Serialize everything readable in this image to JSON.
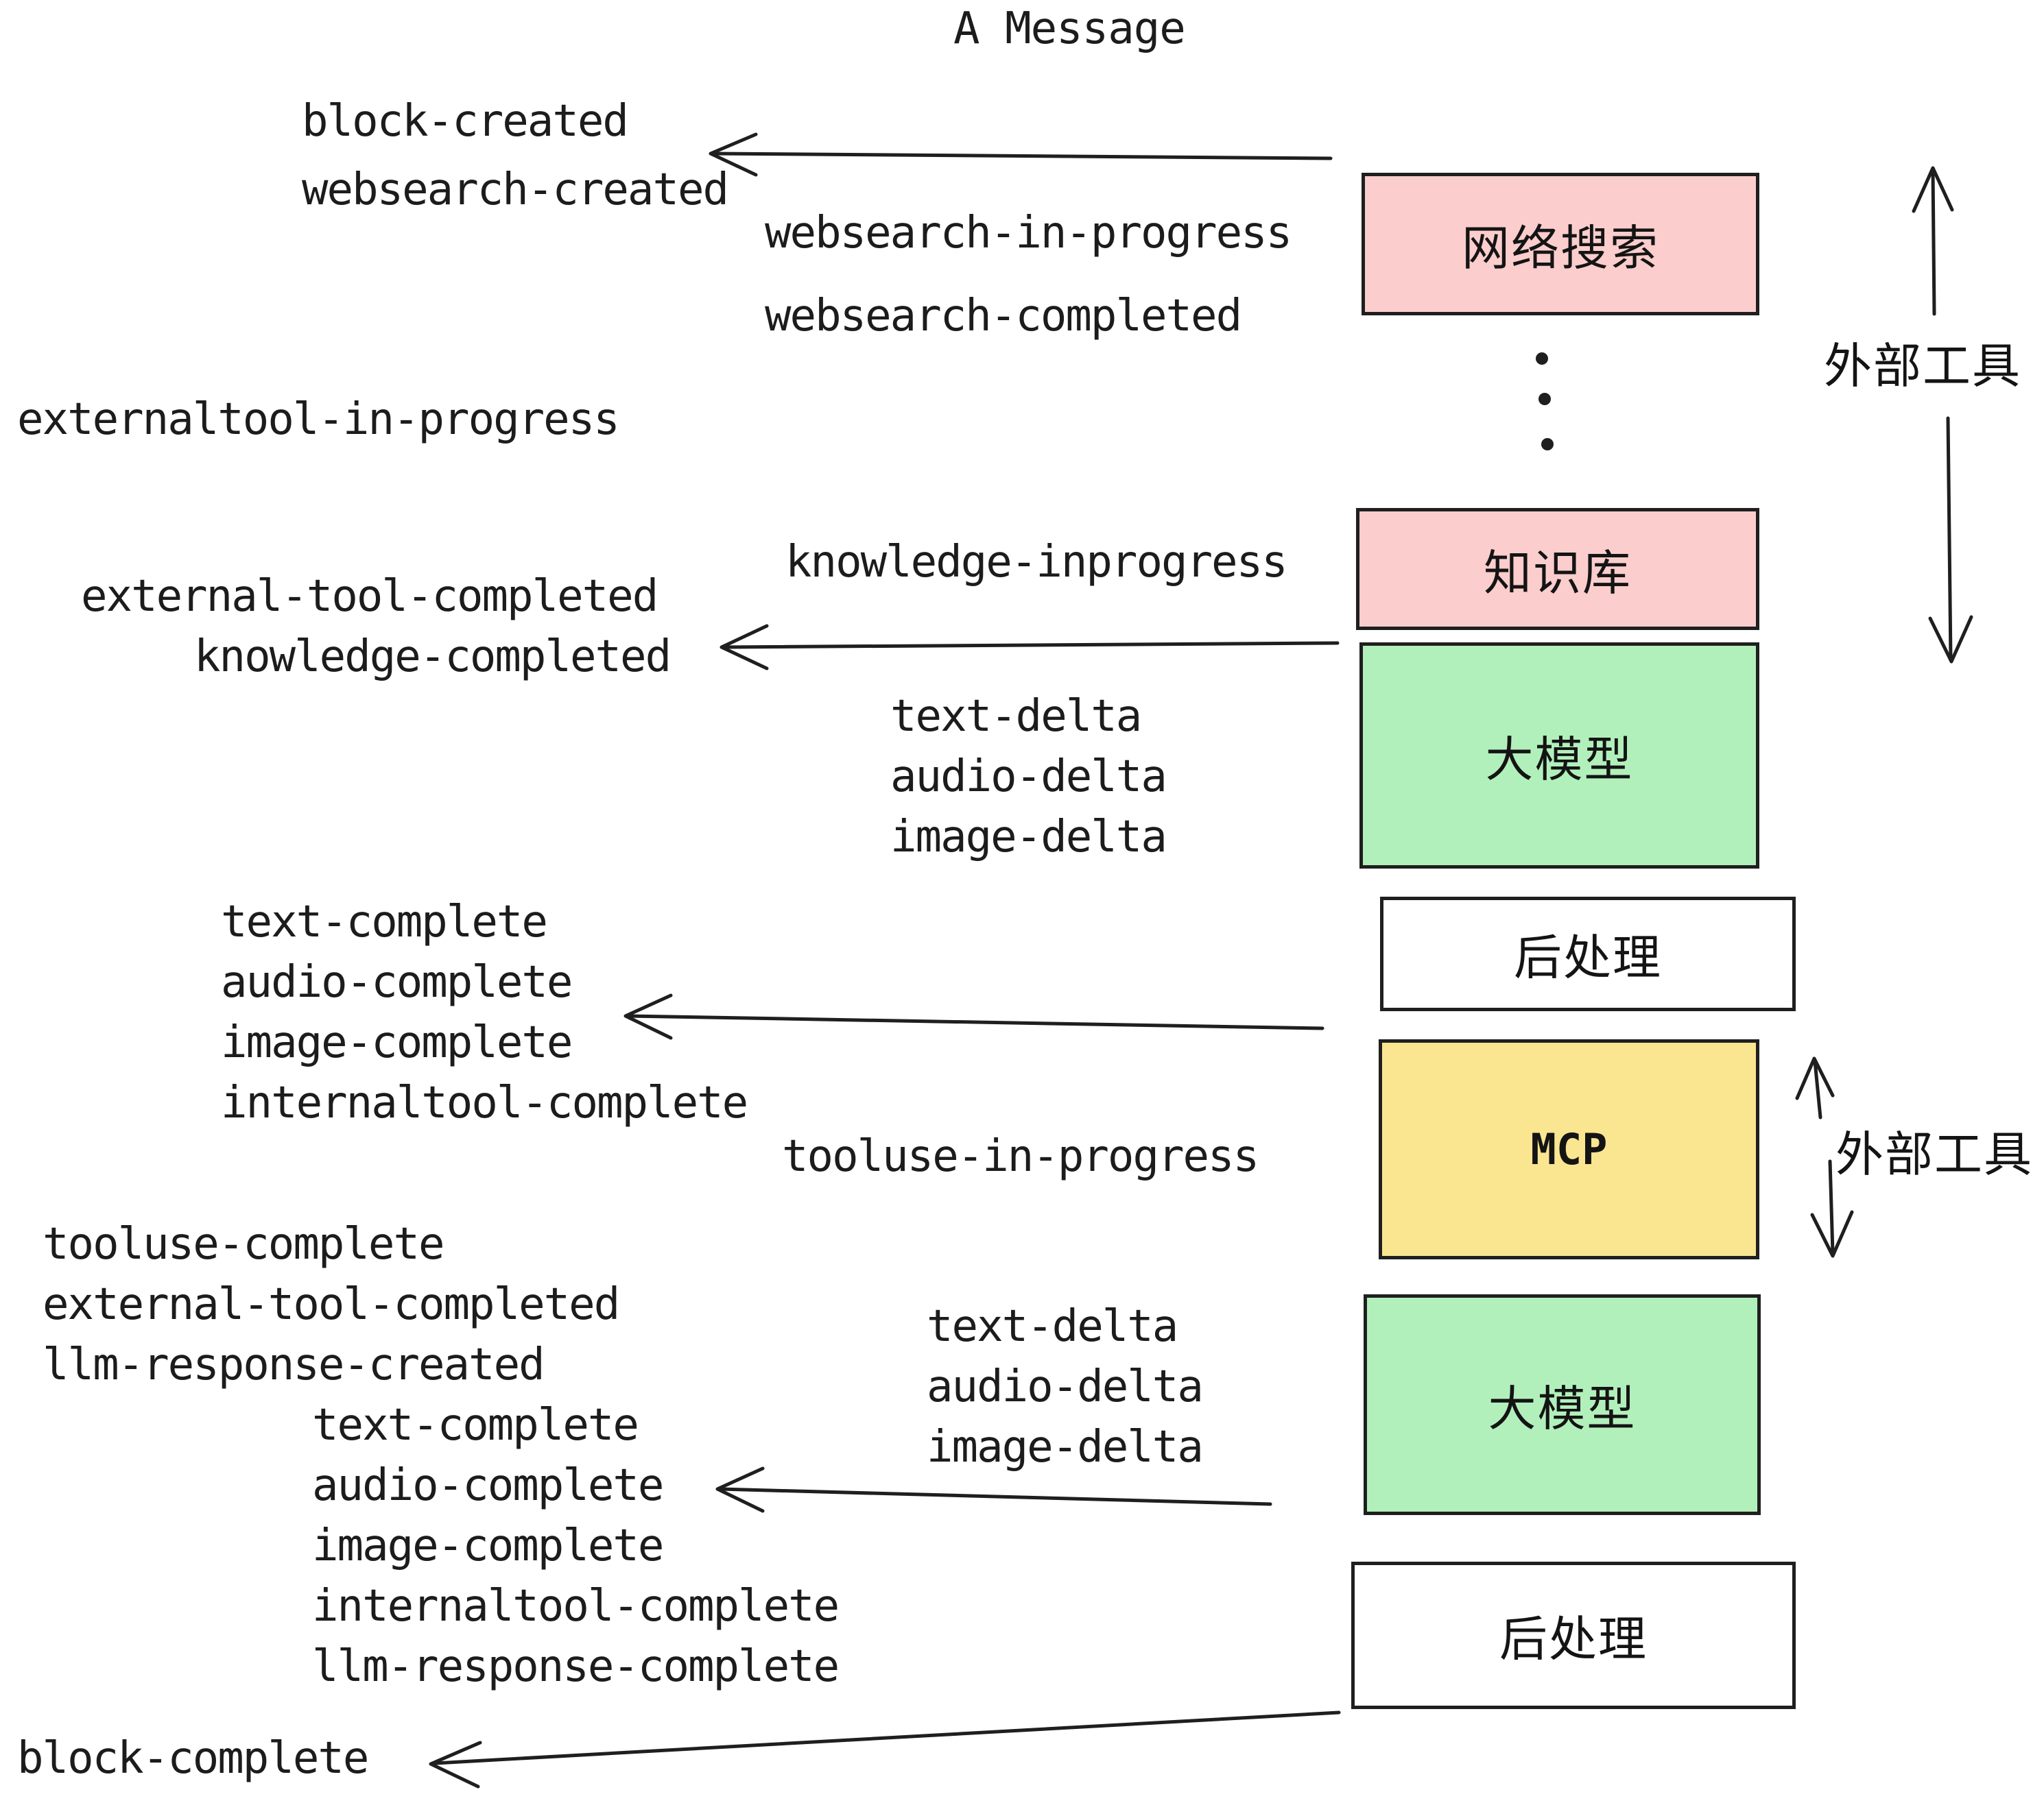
{
  "title": "A Message",
  "events": {
    "block_created": "block-created",
    "websearch_created": "websearch-created",
    "websearch_in_progress": "websearch-in-progress",
    "websearch_completed": "websearch-completed",
    "externaltool_in_progress": "externaltool-in-progress",
    "knowledge_inprogress": "knowledge-inprogress",
    "external_tool_completed": "external-tool-completed",
    "knowledge_completed": "knowledge-completed",
    "text_delta": "text-delta",
    "audio_delta": "audio-delta",
    "image_delta": "image-delta",
    "text_complete": "text-complete",
    "audio_complete": "audio-complete",
    "image_complete": "image-complete",
    "internaltool_complete": "internaltool-complete",
    "tooluse_in_progress": "tooluse-in-progress",
    "tooluse_complete": "tooluse-complete",
    "external_tool_completed_2": "external-tool-completed",
    "llm_response_created": "llm-response-created",
    "text_delta_2": "text-delta",
    "audio_delta_2": "audio-delta",
    "image_delta_2": "image-delta",
    "text_complete_2": "text-complete",
    "audio_complete_2": "audio-complete",
    "image_complete_2": "image-complete",
    "internaltool_complete_2": "internaltool-complete",
    "llm_response_complete": "llm-response-complete",
    "block_complete": "block-complete"
  },
  "boxes": {
    "websearch": {
      "label": "网络搜索",
      "fill": "#FBCDCD"
    },
    "knowledge": {
      "label": "知识库",
      "fill": "#FBCDCD"
    },
    "llm_top": {
      "label": "大模型",
      "fill": "#B2F0BB"
    },
    "post_top": {
      "label": "后处理",
      "fill": "#FFFFFF"
    },
    "mcp": {
      "label": "MCP",
      "fill": "#FAE591"
    },
    "llm_bottom": {
      "label": "大模型",
      "fill": "#B2F0BB"
    },
    "post_bottom": {
      "label": "后处理",
      "fill": "#FFFFFF"
    }
  },
  "side_labels": {
    "external_tools_top": "外部工具",
    "external_tools_mcp": "外部工具"
  },
  "colors": {
    "pink": "#FBCDCD",
    "green": "#B2F0BB",
    "yellow": "#FAE591",
    "stroke": "#1F1F1F",
    "background": "#FFFFFF",
    "text": "#1C1C1C"
  }
}
